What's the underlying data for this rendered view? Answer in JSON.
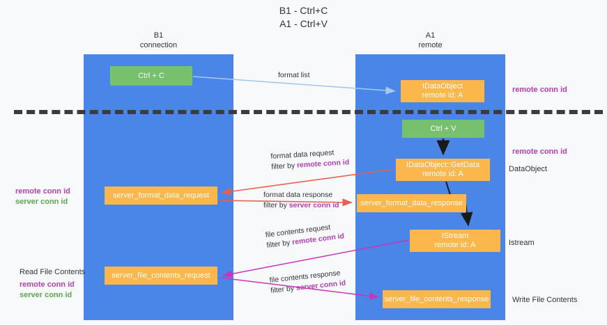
{
  "title": {
    "line1": "B1 - Ctrl+C",
    "line2": "A1 - Ctrl+V"
  },
  "lanes": [
    {
      "id": "b1",
      "title": "B1",
      "subtitle": "connection"
    },
    {
      "id": "a1",
      "title": "A1",
      "subtitle": "remote"
    }
  ],
  "nodes": {
    "ctrl_c": {
      "label": "Ctrl + C",
      "color": "#76c06e"
    },
    "data_object": {
      "line1": "IDataObject",
      "line2": "remote id: A",
      "color": "#fbb64c"
    },
    "ctrl_v": {
      "label": "Ctrl + V",
      "color": "#76c06e"
    },
    "get_data": {
      "line1": "IDataObject::GetData",
      "line2": "remote id: A",
      "color": "#fbb64c"
    },
    "server_format_data_request": {
      "label": "server_format_data_request",
      "color": "#fbb64c"
    },
    "server_format_data_response": {
      "label": "server_format_data_response",
      "color": "#fbb64c"
    },
    "istream": {
      "line1": "IStream",
      "line2": "remote id: A",
      "color": "#fbb64c"
    },
    "server_file_contents_request": {
      "label": "server_file_contents_request",
      "color": "#fbb64c"
    },
    "server_file_contents_response": {
      "label": "server_file_contents_response",
      "color": "#fbb64c"
    }
  },
  "edge_labels": {
    "format_list": {
      "text": "format list"
    },
    "format_data_request": {
      "line1": "format data request",
      "filter_prefix": "filter by ",
      "filter_key": "remote conn id"
    },
    "format_data_response": {
      "line1": "format data response",
      "filter_prefix": "filter by ",
      "filter_key": "server conn id"
    },
    "file_contents_request": {
      "line1": "file contents request",
      "filter_prefix": "filter by ",
      "filter_key": "remote conn id"
    },
    "file_contents_response": {
      "line1": "file contents response",
      "filter_prefix": "filter by ",
      "filter_key": "server conn id"
    }
  },
  "annotations": {
    "remote_conn_id_top": "remote conn id",
    "remote_conn_id_middle": "remote conn id",
    "data_object": "DataObject",
    "istream": "Istream",
    "write_file_contents": "Write File Contents",
    "read_file_contents": "Read File Contents",
    "left_remote_conn_id_1": "remote conn id",
    "left_server_conn_id_1": "server conn id",
    "left_remote_conn_id_2": "remote conn id",
    "left_server_conn_id_2": "server conn id"
  },
  "colors": {
    "lane": "#4a86e8",
    "green_node": "#76c06e",
    "orange_node": "#fbb64c",
    "pink_text": "#b33fb3",
    "green_text": "#5aa84f",
    "background": "#f8f9fa",
    "divider": "#3c3c3c",
    "arrow_light_blue": "#a4c9ed",
    "arrow_red": "#e8604c",
    "arrow_magenta": "#cc33bb",
    "arrow_black": "#1a1a1a"
  }
}
